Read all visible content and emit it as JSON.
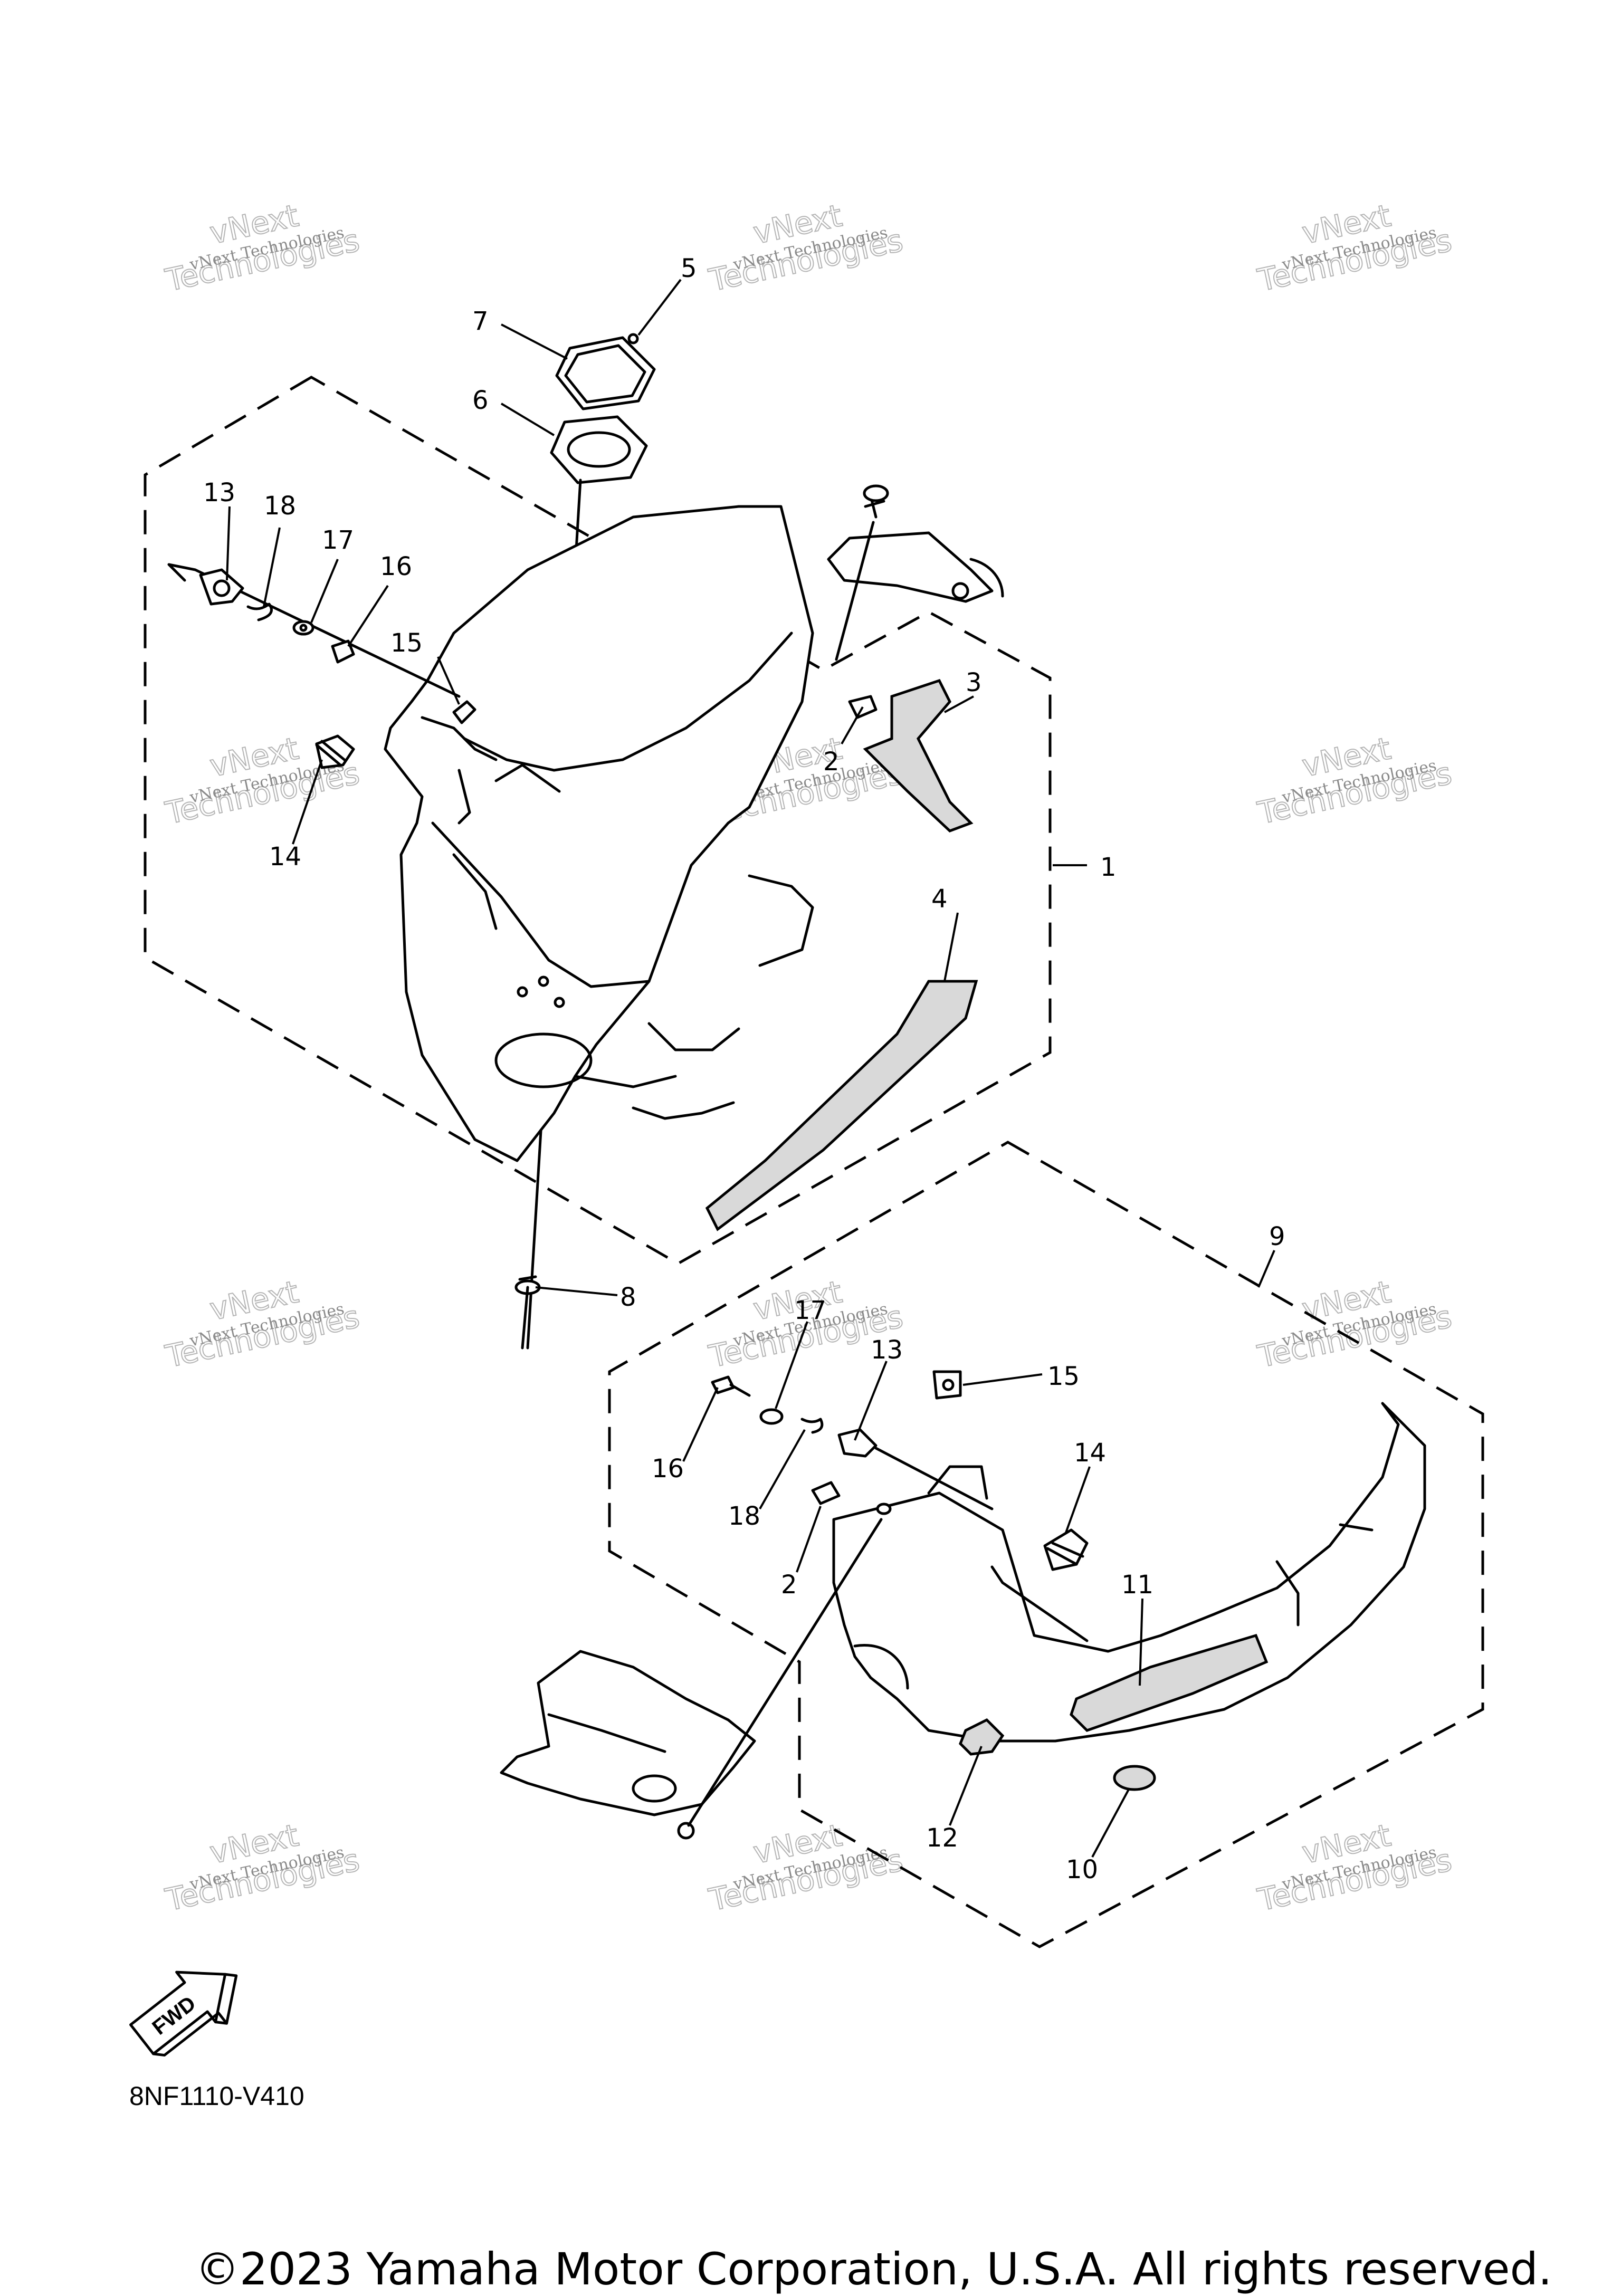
{
  "callouts": [
    "1",
    "2",
    "3",
    "4",
    "5",
    "6",
    "7",
    "8",
    "9",
    "10",
    "11",
    "12",
    "13",
    "14",
    "15",
    "16",
    "17",
    "18",
    "2",
    "13",
    "14",
    "15",
    "16",
    "17",
    "18"
  ],
  "watermark": {
    "line1": "vNext Technologies",
    "line2": "vNext",
    "line3": "Technologies"
  },
  "fwd_label": "FWD",
  "diagram_code": "8NF1110-V410",
  "copyright": "©2023 Yamaha Motor Corporation, U.S.A. All rights reserved."
}
